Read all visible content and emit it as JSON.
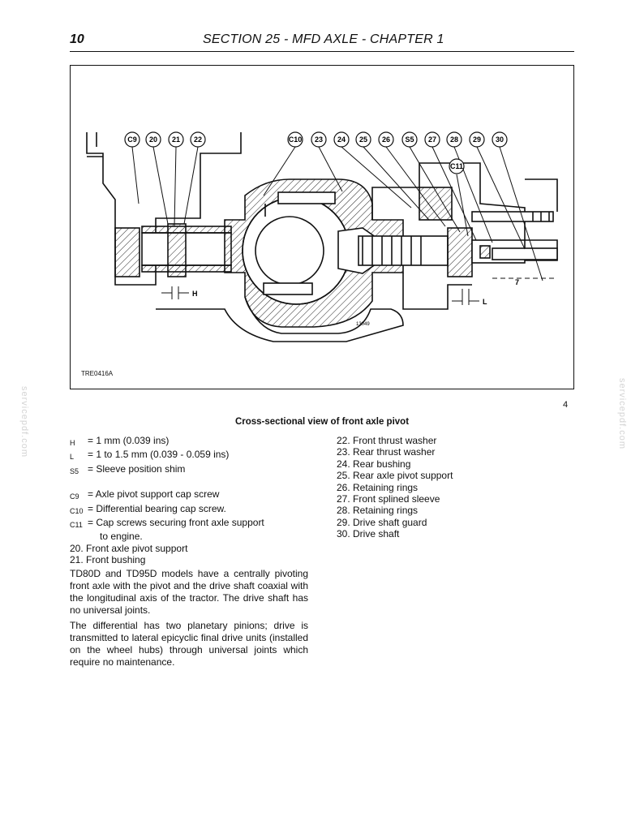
{
  "header": {
    "page_number": "10",
    "title": "SECTION 25 - MFD AXLE - CHAPTER 1"
  },
  "figure": {
    "code": "TRE0416A",
    "drawing_ref": "13049",
    "number": "4",
    "caption": "Cross-sectional view of front axle pivot",
    "callouts": [
      "C9",
      "20",
      "21",
      "22",
      "C10",
      "23",
      "24",
      "25",
      "26",
      "S5",
      "27",
      "28",
      "29",
      "30",
      "C11"
    ],
    "dim_labels": [
      "H",
      "L",
      "7"
    ]
  },
  "legend": {
    "symbols": [
      {
        "sym": "H",
        "text": "= 1 mm (0.039 ins)"
      },
      {
        "sym": "L",
        "text": "= 1  to 1.5 mm (0.039 - 0.059 ins)"
      },
      {
        "sym": "S5",
        "text": "= Sleeve position shim"
      },
      {
        "sym": "C9",
        "text": "= Axle pivot support cap screw"
      },
      {
        "sym": "C10",
        "text": "= Differential  bearing cap screw."
      },
      {
        "sym": "C11",
        "text": "= Cap screws securing front axle support"
      }
    ],
    "c11_continuation": "to engine.",
    "items_left": [
      "20. Front axle pivot support",
      "21. Front bushing"
    ],
    "items_right": [
      "22. Front thrust washer",
      "23. Rear thrust washer",
      "24. Rear bushing",
      "25. Rear axle pivot support",
      "26. Retaining rings",
      "27. Front splined sleeve",
      "28. Retaining rings",
      "29. Drive shaft guard",
      "30. Drive shaft"
    ]
  },
  "body": {
    "paragraphs": [
      "TD80D and TD95D models have a centrally pivoting front axle with the pivot and the drive shaft coaxial with the longitudinal axis of the tractor. The drive shaft has no universal joints.",
      "The differential has two planetary pinions; drive is transmitted to lateral epicyclic final drive units (installed on the wheel hubs) through universal joints which require no maintenance."
    ]
  },
  "watermark": "servicepdf.com"
}
